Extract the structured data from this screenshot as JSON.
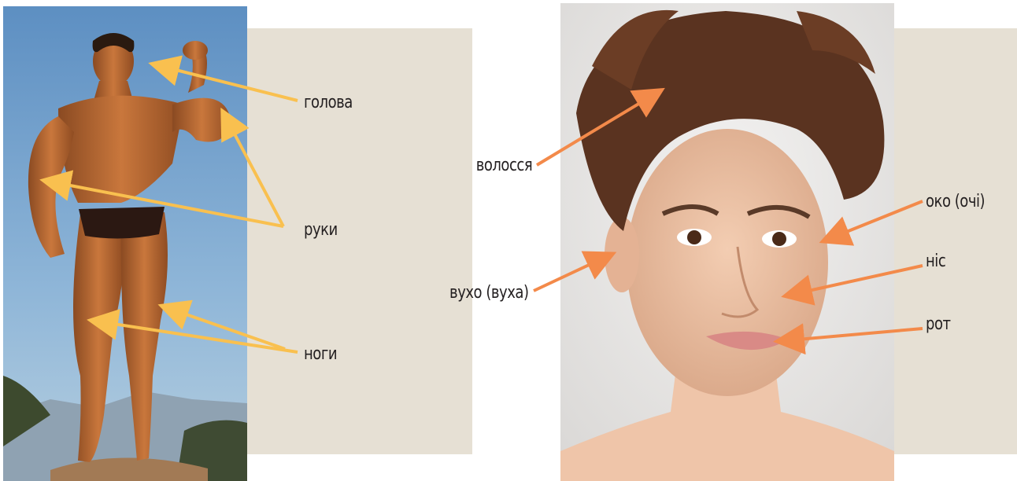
{
  "body_diagram": {
    "labels": {
      "head": "голова",
      "arms": "руки",
      "legs": "ноги"
    },
    "arrow_color": "#f9c04f",
    "panel_color": "#e6e0d4"
  },
  "face_diagram": {
    "labels": {
      "hair": "волосся",
      "ear": "вухо (вуха)",
      "eye": "око (очі)",
      "nose": "ніс",
      "mouth": "рот"
    },
    "arrow_color": "#f38a4a",
    "panel_color": "#e6e0d4"
  },
  "images": {
    "bodybuilder": "bodybuilder-photo",
    "woman_face": "woman-portrait-photo"
  }
}
